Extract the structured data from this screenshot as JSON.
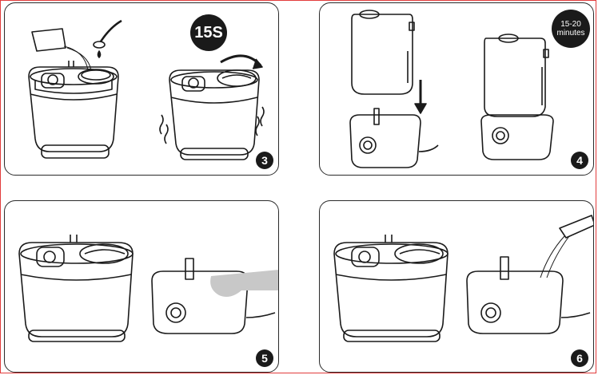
{
  "panels": [
    {
      "step": "3",
      "timer": "15S"
    },
    {
      "step": "4",
      "timer_line1": "15-20",
      "timer_line2": "minutes"
    },
    {
      "step": "5"
    },
    {
      "step": "6"
    }
  ],
  "colors": {
    "outline": "#1a1a1a",
    "badge": "#1a1a1a",
    "hand": "#c8c8c8",
    "frame": "#e23c3c"
  }
}
